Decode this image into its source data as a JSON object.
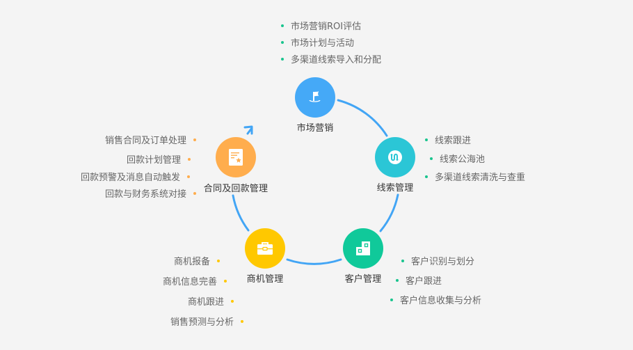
{
  "colors": {
    "background": "#f4f4f4",
    "ring": "#42a5f5",
    "bullet_green": "#19c48e",
    "bullet_orange": "#ffb04a",
    "bullet_yellow": "#ffc800",
    "text": "#666666",
    "label": "#333333"
  },
  "nodes": [
    {
      "id": "marketing",
      "label": "市场营销",
      "color": "#45a9f7",
      "icon": "flag-icon",
      "items": [
        "市场营销ROI评估",
        "市场计划与活动",
        "多渠道线索导入和分配"
      ]
    },
    {
      "id": "leads",
      "label": "线索管理",
      "color": "#2bc6d6",
      "icon": "route-icon",
      "items": [
        "线索跟进",
        "线索公海池",
        "多渠道线索清洗与查重"
      ]
    },
    {
      "id": "customers",
      "label": "客户管理",
      "color": "#10c99a",
      "icon": "building-icon",
      "items": [
        "客户识别与划分",
        "客户跟进",
        "客户信息收集与分析"
      ]
    },
    {
      "id": "opportunities",
      "label": "商机管理",
      "color": "#ffc800",
      "icon": "briefcase-icon",
      "items": [
        "商机报备",
        "商机信息完善",
        "商机跟进",
        "销售预测与分析"
      ]
    },
    {
      "id": "contracts",
      "label": "合同及回款管理",
      "color": "#ffad4d",
      "icon": "contract-icon",
      "items": [
        "销售合同及订单处理",
        "回款计划管理",
        "回款预警及消息自动触发",
        "回款与财务系统对接"
      ]
    }
  ]
}
